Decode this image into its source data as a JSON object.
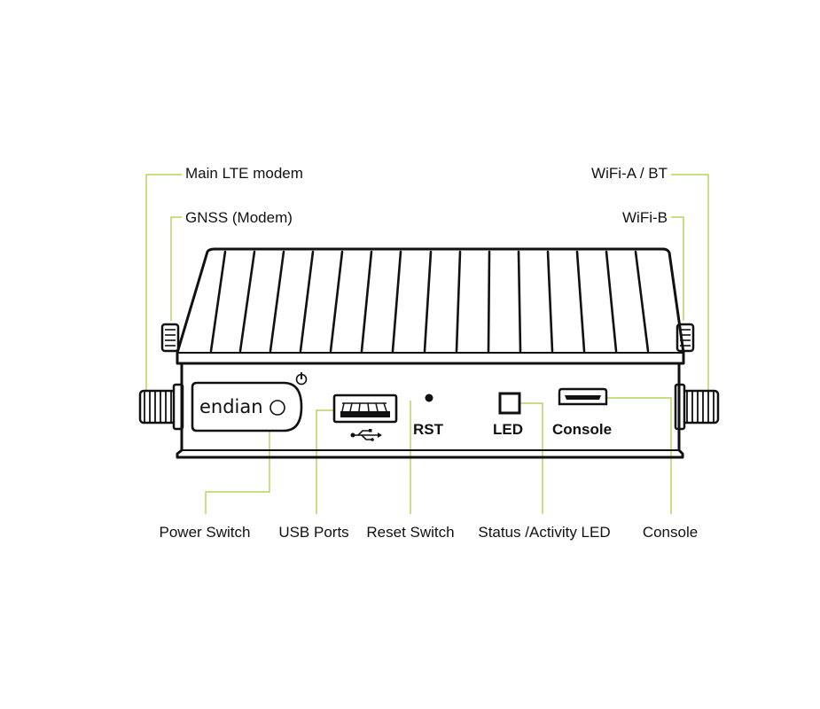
{
  "device": {
    "brand": "endian",
    "port_labels": {
      "reset": "RST",
      "led": "LED",
      "console": "Console"
    }
  },
  "callouts": {
    "main_lte_modem": "Main LTE modem",
    "gnss_modem": "GNSS (Modem)",
    "wifi_a_bt": "WiFi-A / BT",
    "wifi_b": "WiFi-B",
    "power_switch": "Power Switch",
    "usb_ports": "USB Ports",
    "reset_switch": "Reset Switch",
    "status_activity_led": "Status /Activity LED",
    "console": "Console"
  },
  "colors": {
    "leader_line": "#a8c93a",
    "outline": "#111111",
    "background": "#ffffff"
  },
  "icons": [
    "power-icon",
    "usb-icon"
  ]
}
